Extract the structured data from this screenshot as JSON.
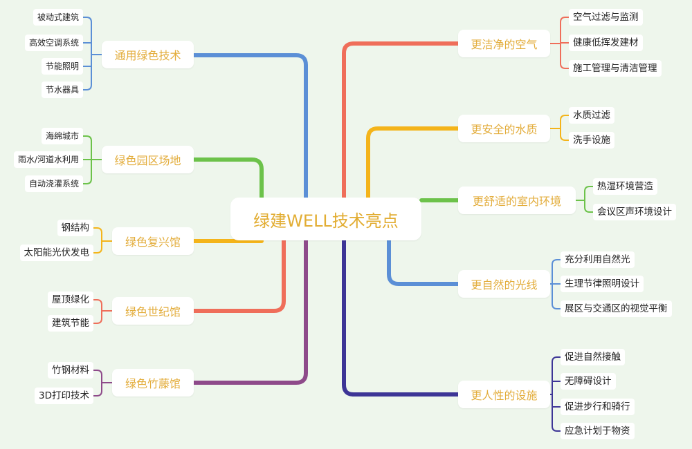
{
  "center": {
    "label": "绿建WELL技术亮点"
  },
  "colors": {
    "blue": "#5b8fd6",
    "green": "#6cc24a",
    "orange": "#f4b41a",
    "red": "#ef6e5a",
    "purple": "#8e4a8a",
    "navy": "#3d3596",
    "node_text": "#e3ad3c"
  },
  "left_branches": [
    {
      "label": "通用绿色技术",
      "color": "blue",
      "leaves": [
        "被动式建筑",
        "高效空调系统",
        "节能照明",
        "节水器具"
      ]
    },
    {
      "label": "绿色园区场地",
      "color": "green",
      "leaves": [
        "海绵城市",
        "雨水/河道水利用",
        "自动浇灌系统"
      ]
    },
    {
      "label": "绿色复兴馆",
      "color": "orange",
      "leaves": [
        "钢结构",
        "太阳能光伏发电"
      ]
    },
    {
      "label": "绿色世纪馆",
      "color": "red",
      "leaves": [
        "屋顶绿化",
        "建筑节能"
      ]
    },
    {
      "label": "绿色竹藤馆",
      "color": "purple",
      "leaves": [
        "竹钢材料",
        "3D打印技术"
      ]
    }
  ],
  "right_branches": [
    {
      "label": "更洁净的空气",
      "color": "red",
      "leaves": [
        "空气过滤与监测",
        "健康低挥发建材",
        "施工管理与清洁管理"
      ]
    },
    {
      "label": "更安全的水质",
      "color": "orange",
      "leaves": [
        "水质过滤",
        "洗手设施"
      ]
    },
    {
      "label": "更舒适的室内环境",
      "color": "green",
      "leaves": [
        "热湿环境营造",
        "会议区声环境设计"
      ]
    },
    {
      "label": "更自然的光线",
      "color": "blue",
      "leaves": [
        "充分利用自然光",
        "生理节律照明设计",
        "展区与交通区的视觉平衡"
      ]
    },
    {
      "label": "更人性的设施",
      "color": "navy",
      "leaves": [
        "促进自然接触",
        "无障碍设计",
        "促进步行和骑行",
        "应急计划于物资"
      ]
    }
  ]
}
